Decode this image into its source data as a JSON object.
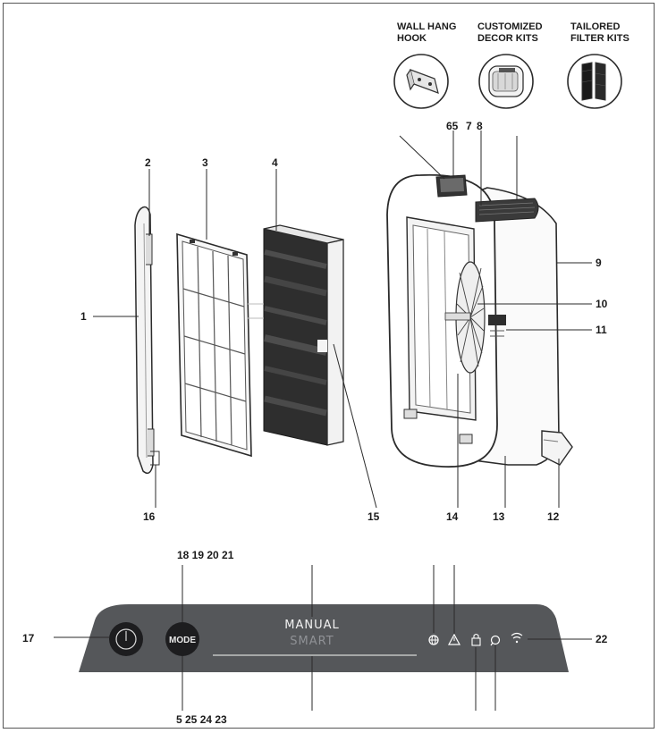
{
  "accessories": [
    {
      "id": "wall-hang-hook",
      "line1": "WALL HANG",
      "line2": "HOOK"
    },
    {
      "id": "customized-decor-kits",
      "line1": "CUSTOMIZED",
      "line2": "DECOR KITS"
    },
    {
      "id": "tailored-filter-kits",
      "line1": "TAILORED",
      "line2": "FILTER KITS"
    }
  ],
  "callouts": {
    "n1": "1",
    "n2": "2",
    "n3": "3",
    "n4": "4",
    "n65": "65",
    "n7": "7",
    "n8": "8",
    "n9": "9",
    "n10": "10",
    "n11": "11",
    "n12": "12",
    "n13": "13",
    "n14": "14",
    "n15": "15",
    "n16": "16",
    "n17": "17",
    "n22": "22",
    "top_group": "18 19 20 21",
    "bottom_group": "5 25 24 23"
  },
  "control_panel": {
    "mode_label": "MODE",
    "manual_label": "MANUAL",
    "smart_label": "SMART"
  },
  "colors": {
    "panel": "#55575a",
    "button": "#1d1d1f",
    "line": "#2a2a2a"
  }
}
